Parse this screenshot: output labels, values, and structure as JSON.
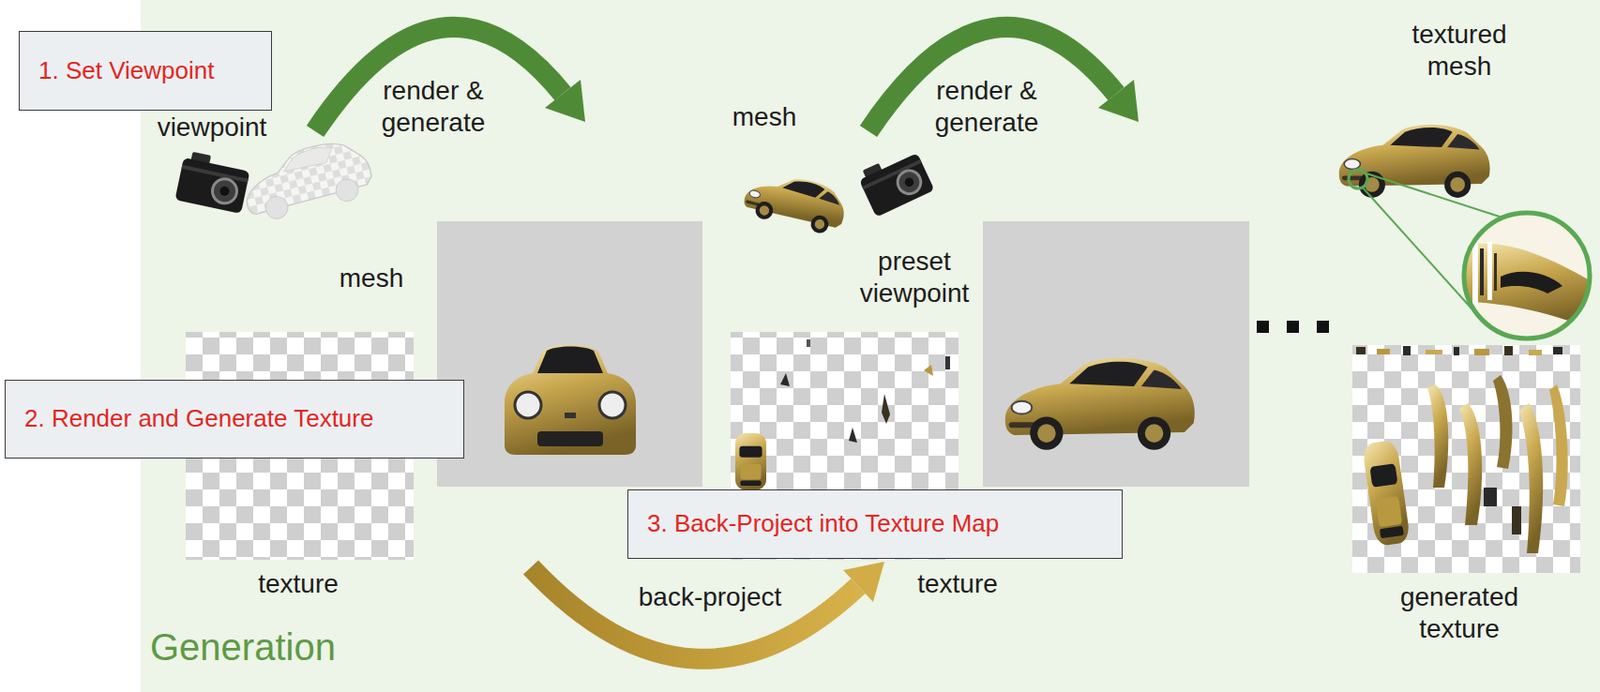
{
  "diagram": {
    "nodes": [
      {
        "text": [
          "1. Set Viewpoint"
        ]
      },
      {
        "text": [
          "2. Render and Generate Texture"
        ]
      },
      {
        "text": [
          "3. Back-Project into Texture Map"
        ]
      }
    ],
    "labels": [
      "viewpoint",
      "render & generate",
      "mesh",
      "texture",
      "back-project",
      "mesh",
      "render & generate",
      "preset viewpoint",
      "texture",
      "textured mesh",
      "generated texture",
      "Generation"
    ]
  }
}
